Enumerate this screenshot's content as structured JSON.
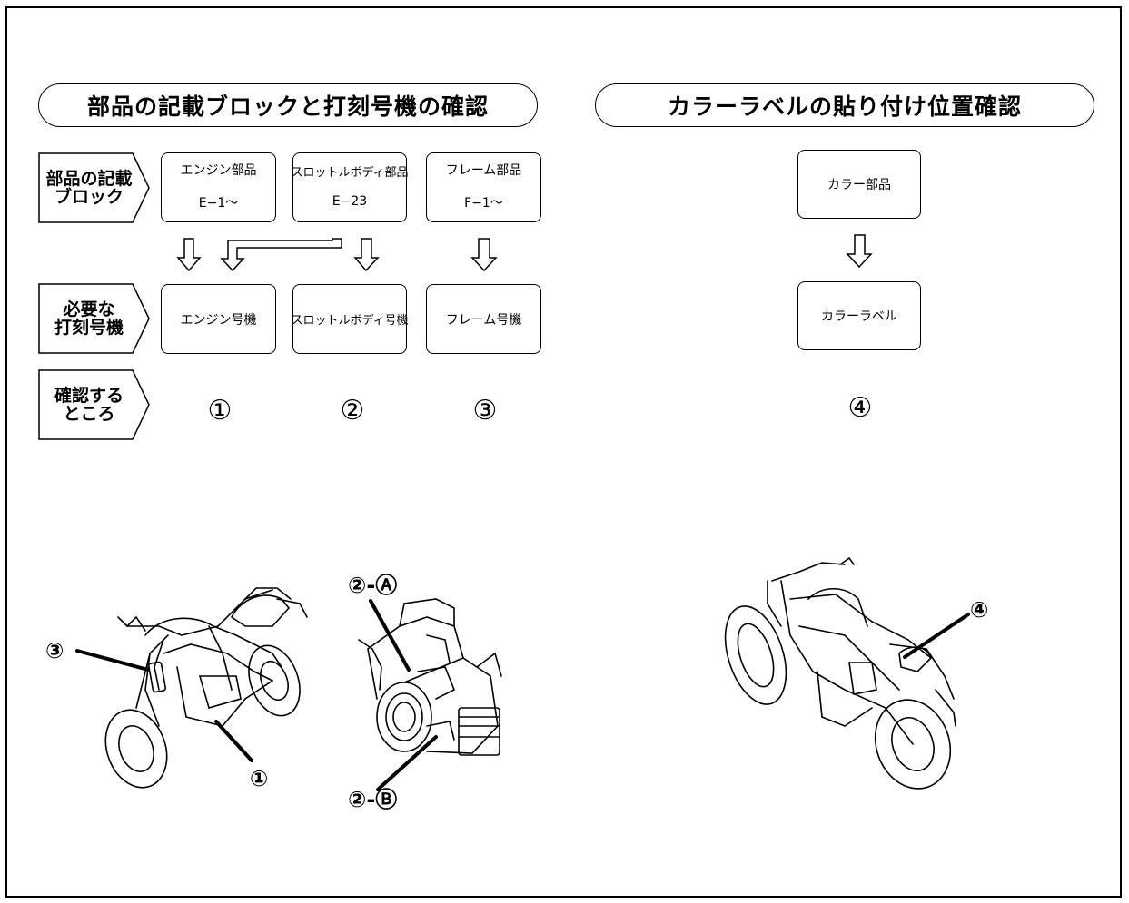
{
  "left_section": {
    "title": "部品の記載ブロックと打刻号機の確認",
    "row_labels": {
      "block": "部品の記載\nブロック",
      "stamp": "必要な\n打刻号機",
      "check": "確認する\nところ"
    },
    "columns": [
      {
        "part_name": "エンジン部品",
        "part_code": "E−1〜",
        "stamp_name": "エンジン号機",
        "marker": "①"
      },
      {
        "part_name": "スロットルボディ部品",
        "part_code": "E−23",
        "stamp_name": "スロットルボディ号機",
        "marker": "②"
      },
      {
        "part_name": "フレーム部品",
        "part_code": "F−1〜",
        "stamp_name": "フレーム号機",
        "marker": "③"
      }
    ],
    "callouts": {
      "frame": "③",
      "engine": "①",
      "throttle_a": "②-Ⓐ",
      "throttle_b": "②-Ⓑ"
    }
  },
  "right_section": {
    "title": "カラーラベルの貼り付け位置確認",
    "part_name": "カラー部品",
    "label_name": "カラーラベル",
    "marker": "④",
    "callout": "④"
  }
}
